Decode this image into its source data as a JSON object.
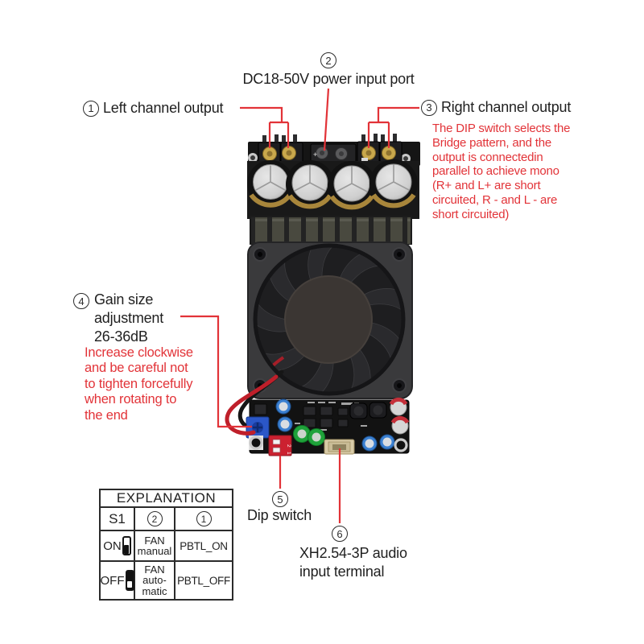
{
  "colors": {
    "annotation_red": "#e23338",
    "text_black": "#1f1f1f",
    "pcb_black": "#141414",
    "pot_blue": "#2b57c8",
    "dip_red": "#cc2130"
  },
  "callouts": {
    "power": {
      "num": "2",
      "label": "DC18-50V power input port"
    },
    "left_output": {
      "num": "1",
      "label": "Left channel output"
    },
    "right_output": {
      "num": "3",
      "label": "Right channel output",
      "note": "The DIP switch selects the\nBridge pattern, and the\noutput is connectedin\nparallel to achieve mono\n(R+ and L+ are short\ncircuited, R - and L - are\nshort circuited)"
    },
    "gain": {
      "num": "4",
      "label": "Gain size\nadjustment\n26-36dB",
      "note": "Increase clockwise\nand be careful not\nto tighten forcefully\nwhen rotating to\nthe end"
    },
    "dip_switch": {
      "num": "5",
      "label": "Dip switch"
    },
    "audio_input": {
      "num": "6",
      "label": "XH2.54-3P audio\ninput terminal"
    }
  },
  "table": {
    "title": "EXPLANATION",
    "columns": {
      "s1": "S1",
      "fan_num": "2",
      "pbtl_num": "1"
    },
    "rows": [
      {
        "state": "ON",
        "fan": "FAN\nmanual",
        "pbtl": "PBTL_ON"
      },
      {
        "state": "OFF",
        "fan": "FAN\nauto-\nmatic",
        "pbtl": "PBTL_OFF"
      }
    ]
  }
}
